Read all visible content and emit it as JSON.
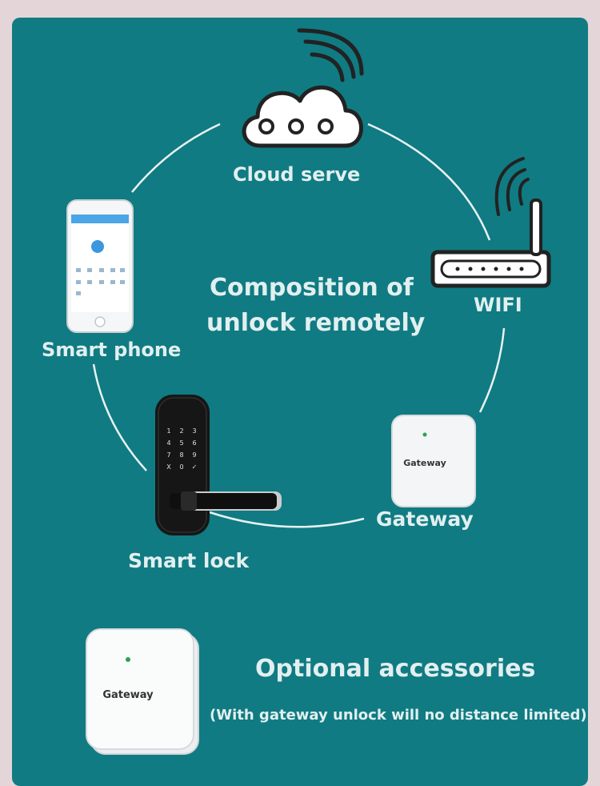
{
  "nodes": {
    "cloud": "Cloud serve",
    "wifi": "WIFI",
    "phone": "Smart phone",
    "lock": "Smart lock",
    "gateway": "Gateway"
  },
  "center_title": {
    "line1": "Composition of",
    "line2": "unlock remotely"
  },
  "gateway_device_text": "Gateway",
  "lock_keypad": [
    "1",
    "2",
    "3",
    "4",
    "5",
    "6",
    "7",
    "8",
    "9",
    "X",
    "0",
    "✓"
  ],
  "accessories": {
    "title": "Optional accessories",
    "note": "(With gateway unlock will no distance limited)"
  },
  "colors": {
    "background": "#e4d6d8",
    "panel": "#107b82",
    "text": "#e2eff0"
  }
}
